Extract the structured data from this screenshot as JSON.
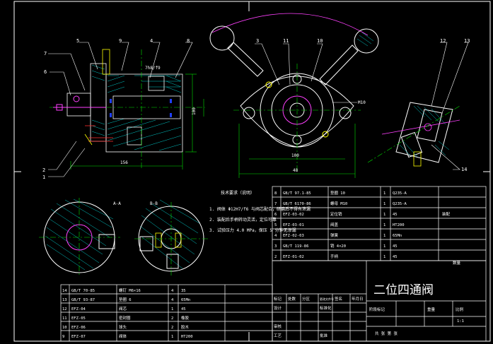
{
  "drawing": {
    "title": "二位四通阀",
    "callouts": [
      "7",
      "6",
      "5",
      "9",
      "4",
      "8",
      "2",
      "1",
      "3",
      "11",
      "10",
      "12",
      "13",
      "14"
    ],
    "dims": {
      "bore": "7h8/f9",
      "height": "100",
      "width": "156",
      "width_top": "100",
      "depth": "48",
      "thread": "M10"
    },
    "note_heading": "技术要求（说明）",
    "notes": [
      "1. 阀体 Φ12H7/f6 与阀芯配合，研磨后不得有泄漏",
      "2. 装配后手柄转动灵活，定位可靠",
      "3. 试验压力 4.0 MPa，保压 5 分钟无渗漏"
    ],
    "section_labels": [
      "A-A",
      "B-B"
    ]
  },
  "bom_upper": [
    {
      "no": "8",
      "code": "GB/T 97.1-85",
      "name": "垫圈 10",
      "qty": "1",
      "mat": "Q235-A",
      "note": ""
    },
    {
      "no": "7",
      "code": "GB/T 6170-86",
      "name": "螺母 M10",
      "qty": "1",
      "mat": "Q235-A",
      "note": ""
    },
    {
      "no": "6",
      "code": "EFZ-03-02",
      "name": "定位销",
      "qty": "1",
      "mat": "45",
      "note": "装配"
    },
    {
      "no": "5",
      "code": "EFZ-03-01",
      "name": "阀盖",
      "qty": "1",
      "mat": "HT200",
      "note": ""
    },
    {
      "no": "4",
      "code": "EFZ-02-03",
      "name": "弹簧",
      "qty": "1",
      "mat": "65Mn",
      "note": ""
    },
    {
      "no": "3",
      "code": "GB/T 119-86",
      "name": "销 4×20",
      "qty": "1",
      "mat": "45",
      "note": ""
    },
    {
      "no": "2",
      "code": "EFZ-01-02",
      "name": "手柄",
      "qty": "1",
      "mat": "45",
      "note": ""
    }
  ],
  "bom_lower": [
    {
      "no": "14",
      "code": "GB/T 70-85",
      "name": "螺钉 M6×16",
      "qty": "4",
      "mat": "35",
      "note": ""
    },
    {
      "no": "13",
      "code": "GB/T 93-87",
      "name": "垫圈 6",
      "qty": "4",
      "mat": "65Mn",
      "note": ""
    },
    {
      "no": "12",
      "code": "EFZ-04",
      "name": "阀芯",
      "qty": "1",
      "mat": "45",
      "note": ""
    },
    {
      "no": "11",
      "code": "EFZ-05",
      "name": "密封圈",
      "qty": "2",
      "mat": "橡胶",
      "note": ""
    },
    {
      "no": "10",
      "code": "EFZ-06",
      "name": "球头",
      "qty": "2",
      "mat": "胶木",
      "note": ""
    },
    {
      "no": "9",
      "code": "EFZ-07",
      "name": "阀体",
      "qty": "1",
      "mat": "HT200",
      "note": ""
    }
  ],
  "title_block": {
    "header": [
      "标记",
      "处数",
      "分区",
      "更改文件号",
      "签名",
      "年月日"
    ],
    "rows_left": [
      "设计",
      "审核",
      "工艺"
    ],
    "std": "标准化",
    "approve": "批准",
    "stage_labels": [
      "阶段标记",
      "重量",
      "比例"
    ],
    "scale": "1:1",
    "sheet": "共 张 第 张",
    "qty_label": "数量"
  }
}
